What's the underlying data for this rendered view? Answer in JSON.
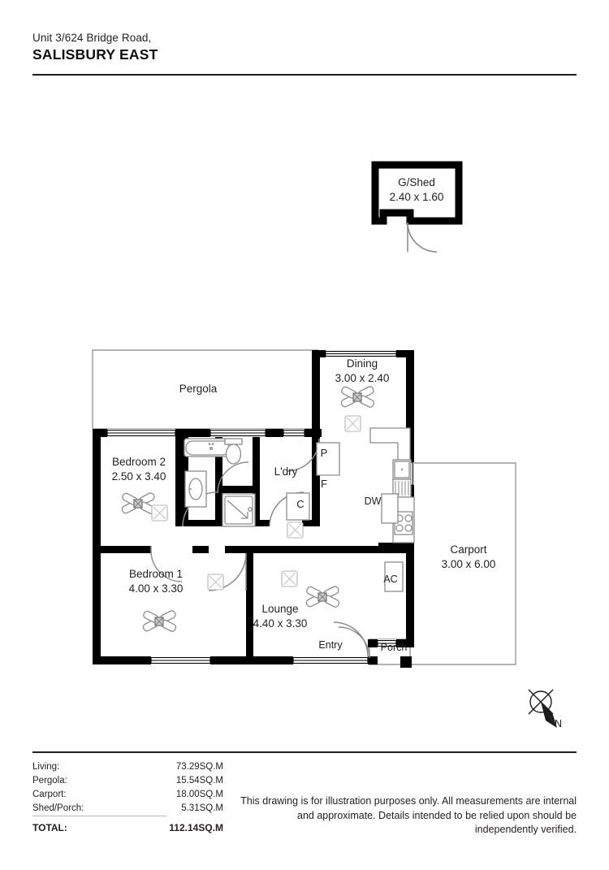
{
  "header": {
    "address_line1": "Unit 3/624 Bridge Road,",
    "address_line2": "SALISBURY EAST"
  },
  "plan": {
    "shed": {
      "name": "G/Shed",
      "dims": "2.40 x 1.60"
    },
    "pergola": {
      "name": "Pergola"
    },
    "dining": {
      "name": "Dining",
      "dims": "3.00 x 2.40"
    },
    "bedroom2": {
      "name": "Bedroom 2",
      "dims": "2.50 x 3.40"
    },
    "bedroom1": {
      "name": "Bedroom 1",
      "dims": "4.00 x 3.30"
    },
    "lounge": {
      "name": "Lounge",
      "dims": "4.40 x 3.30"
    },
    "laundry": {
      "name": "L'dry"
    },
    "carport": {
      "name": "Carport",
      "dims": "3.00 x 6.00"
    },
    "pantry": {
      "name": "P"
    },
    "fridge": {
      "name": "F"
    },
    "cupboard": {
      "name": "C"
    },
    "dishwasher": {
      "name": "DW"
    },
    "aircon": {
      "name": "AC"
    },
    "entry": {
      "name": "Entry"
    },
    "porch": {
      "name": "Porch"
    },
    "compass_label": "N"
  },
  "footer": {
    "areas": [
      {
        "label": "Living:",
        "value": "73.29SQ.M"
      },
      {
        "label": "Pergola:",
        "value": "15.54SQ.M"
      },
      {
        "label": "Carport:",
        "value": "18.00SQ.M"
      },
      {
        "label": "Shed/Porch:",
        "value": "5.31SQ.M"
      }
    ],
    "total": {
      "label": "TOTAL:",
      "value": "112.14SQ.M"
    },
    "disclaimer": "This drawing is for illustration purposes only. All measurements are internal and approximate. Details intended to be relied upon should be independently verified."
  },
  "colors": {
    "wall": "#000000",
    "text": "#231f20",
    "thin_line": "#9a9a9a",
    "fixture": "#8c8c8c"
  }
}
